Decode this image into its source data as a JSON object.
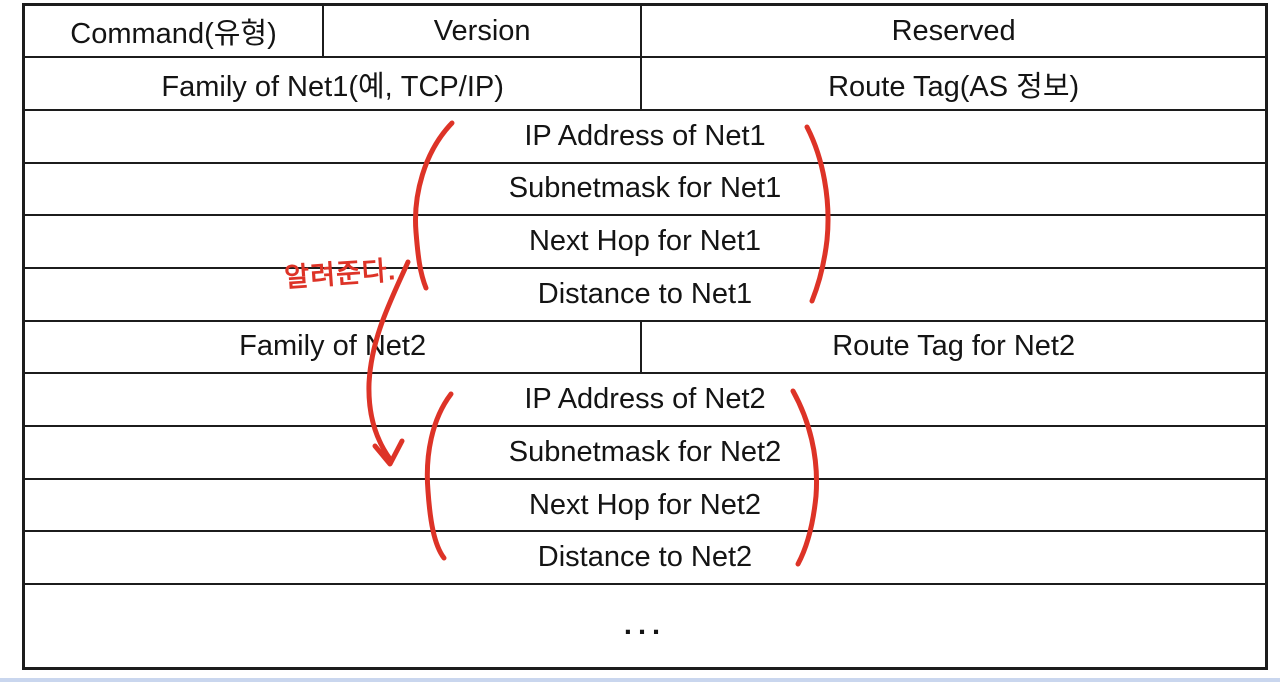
{
  "table": {
    "rows": [
      {
        "cells": [
          "Command(유형)",
          "Version",
          "Reserved"
        ]
      },
      {
        "cells": [
          "Family of Net1(예, TCP/IP)",
          "Route Tag(AS 정보)"
        ]
      },
      {
        "cells": [
          "IP Address of Net1"
        ]
      },
      {
        "cells": [
          "Subnetmask for Net1"
        ]
      },
      {
        "cells": [
          "Next Hop for Net1"
        ]
      },
      {
        "cells": [
          "Distance to Net1"
        ]
      },
      {
        "cells": [
          "Family of Net2",
          "Route Tag for Net2"
        ]
      },
      {
        "cells": [
          "IP Address of Net2"
        ]
      },
      {
        "cells": [
          "Subnetmask for Net2"
        ]
      },
      {
        "cells": [
          "Next Hop for Net2"
        ]
      },
      {
        "cells": [
          "Distance to Net2"
        ]
      },
      {
        "cells": [
          "..."
        ]
      }
    ]
  },
  "annotations": {
    "note_text": "알려준다.",
    "shapes": [
      "net1-group-open-paren",
      "net1-group-close-paren",
      "net2-group-open-paren",
      "net2-group-close-paren",
      "flow-arrow"
    ]
  },
  "colors": {
    "annotation_red": "#dd3327",
    "table_border": "#1c1c1c",
    "text": "#141414",
    "bottom_bar": "#c9d6ee",
    "background": "#ffffff"
  }
}
